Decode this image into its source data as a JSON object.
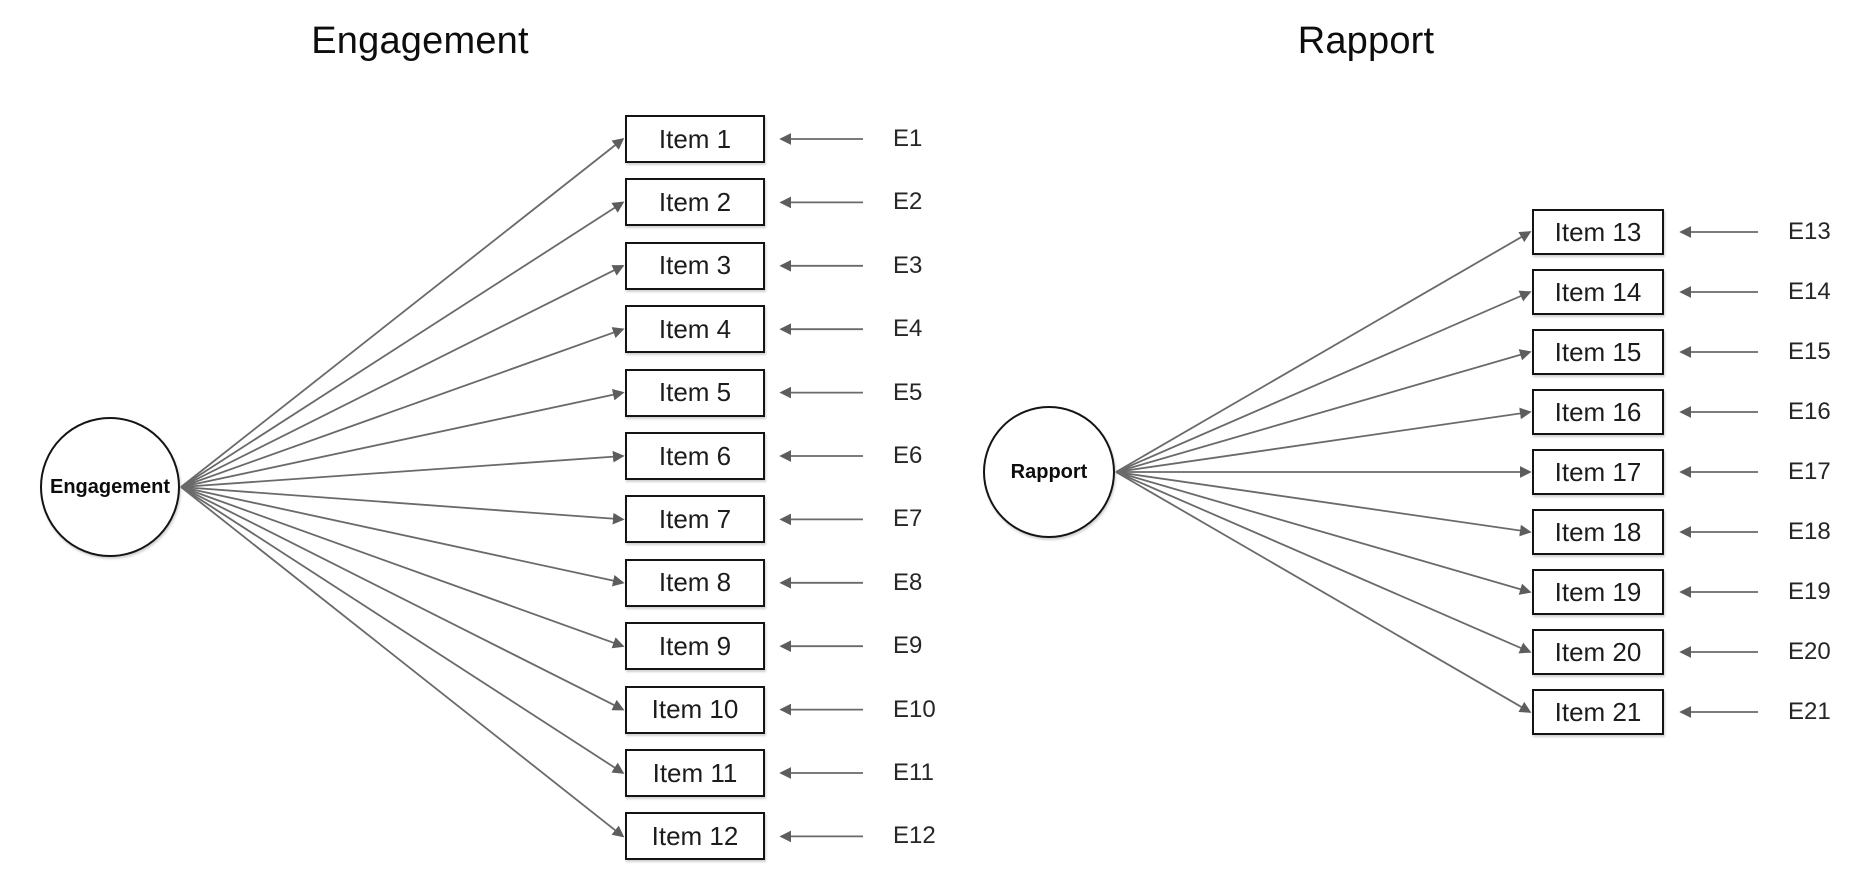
{
  "colors": {
    "arrow_line": "#6a6a6a",
    "arrow_head": "#5d5d5d",
    "box_border": "#141414",
    "text": "#0d0d0d",
    "background": "#ffffff"
  },
  "factors": [
    {
      "title": "Engagement",
      "latent_label": "Engagement",
      "items": [
        {
          "label": "Item 1",
          "error": "E1"
        },
        {
          "label": "Item 2",
          "error": "E2"
        },
        {
          "label": "Item 3",
          "error": "E3"
        },
        {
          "label": "Item 4",
          "error": "E4"
        },
        {
          "label": "Item 5",
          "error": "E5"
        },
        {
          "label": "Item 6",
          "error": "E6"
        },
        {
          "label": "Item 7",
          "error": "E7"
        },
        {
          "label": "Item 8",
          "error": "E8"
        },
        {
          "label": "Item 9",
          "error": "E9"
        },
        {
          "label": "Item 10",
          "error": "E10"
        },
        {
          "label": "Item 11",
          "error": "E11"
        },
        {
          "label": "Item 12",
          "error": "E12"
        }
      ]
    },
    {
      "title": "Rapport",
      "latent_label": "Rapport",
      "items": [
        {
          "label": "Item 13",
          "error": "E13"
        },
        {
          "label": "Item 14",
          "error": "E14"
        },
        {
          "label": "Item 15",
          "error": "E15"
        },
        {
          "label": "Item 16",
          "error": "E16"
        },
        {
          "label": "Item 17",
          "error": "E17"
        },
        {
          "label": "Item 18",
          "error": "E18"
        },
        {
          "label": "Item 19",
          "error": "E19"
        },
        {
          "label": "Item 20",
          "error": "E20"
        },
        {
          "label": "Item 21",
          "error": "E21"
        }
      ]
    }
  ]
}
